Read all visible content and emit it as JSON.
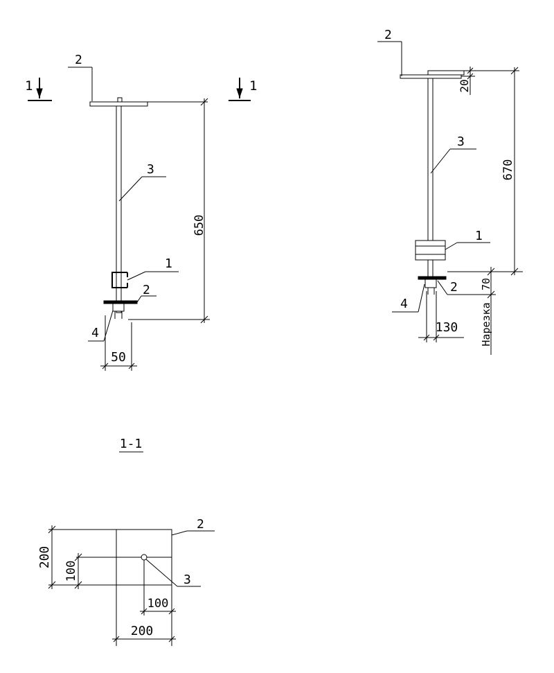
{
  "left_view": {
    "section_mark_left": "1",
    "section_mark_right": "1",
    "callouts": {
      "plate": "2",
      "rod": "3",
      "clamp": "1",
      "washer": "2",
      "nut": "4"
    },
    "dims": {
      "height": "650",
      "width": "50"
    }
  },
  "right_view": {
    "callouts": {
      "plate": "2",
      "rod": "3",
      "clamp": "1",
      "washer": "2",
      "nut": "4"
    },
    "dims": {
      "top_offset": "20",
      "height": "670",
      "thread_len": "70",
      "width": "130"
    },
    "thread_label": "Нарезка"
  },
  "plan_view": {
    "title": "1-1",
    "callouts": {
      "plate": "2",
      "rod": "3"
    },
    "dims": {
      "height_total": "200",
      "height_half": "100",
      "width_half": "100",
      "width_total": "200"
    }
  }
}
